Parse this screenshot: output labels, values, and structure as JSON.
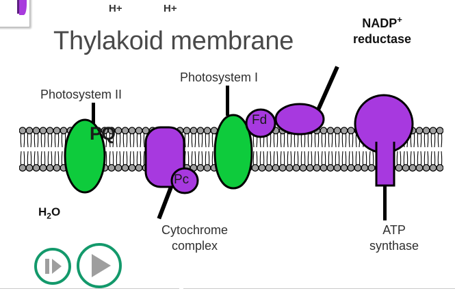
{
  "slide": {
    "title": "Thylakoid membrane",
    "thumbnail_fragment": "slide-thumbnail-partial"
  },
  "labels": {
    "hplus_left": "H+",
    "hplus_right": "H+",
    "nadp_line1": "NADP",
    "nadp_superscript": "+",
    "nadp_line2": "reductase",
    "photosystem_ii": "Photosystem II",
    "photosystem_i": "Photosystem I",
    "water": "H",
    "water_sub": "2",
    "water_suffix": "O",
    "cytochrome_line1": "Cytochrome",
    "cytochrome_line2": "complex",
    "atp_line1": "ATP",
    "atp_line2": "synthase"
  },
  "molecules": {
    "plastoquinone": "PQ",
    "plastocyanin": "Pc",
    "ferredoxin": "Fd"
  },
  "controls": {
    "step_button": "step-forward",
    "play_button": "play"
  },
  "colors": {
    "green_protein": "#0ecb3c",
    "purple_protein": "#a739df",
    "membrane_head": "#a0a0a0",
    "outline": "#000000",
    "title_gray": "#494949",
    "control_ring": "#13996b",
    "control_glyph": "#9e9e9e",
    "background": "#ffffff"
  },
  "membrane": {
    "type": "phospholipid-bilayer",
    "head_count_per_leaflet": 62,
    "leaflets": 2
  }
}
